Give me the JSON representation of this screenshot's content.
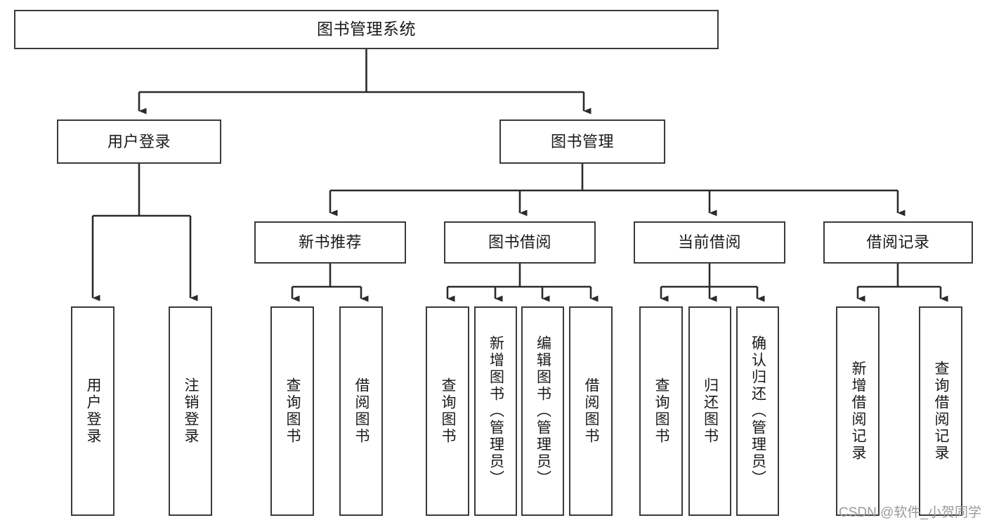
{
  "diagram": {
    "type": "tree",
    "title": "图书管理系统",
    "root": {
      "label": "图书管理系统"
    },
    "level1": [
      {
        "label": "用户登录"
      },
      {
        "label": "图书管理"
      }
    ],
    "level2": [
      {
        "label": "新书推荐"
      },
      {
        "label": "图书借阅"
      },
      {
        "label": "当前借阅"
      },
      {
        "label": "借阅记录"
      }
    ],
    "leaves": {
      "user_login": [
        {
          "label": "用户登录"
        },
        {
          "label": "注销登录"
        }
      ],
      "new_book_recommend": [
        {
          "label": "查询图书"
        },
        {
          "label": "借阅图书"
        }
      ],
      "book_borrow": [
        {
          "label": "查询图书"
        },
        {
          "label": "新增图书（管理员）"
        },
        {
          "label": "编辑图书（管理员）"
        },
        {
          "label": "借阅图书"
        }
      ],
      "current_borrow": [
        {
          "label": "查询图书"
        },
        {
          "label": "归还图书"
        },
        {
          "label": "确认归还（管理员）"
        }
      ],
      "borrow_record": [
        {
          "label": "新增借阅记录"
        },
        {
          "label": "查询借阅记录"
        }
      ]
    }
  },
  "watermark": {
    "text": "CSDN @软件_小贺同学"
  },
  "colors": {
    "box_border": "#3a3a3a",
    "edge": "#2b2b2b",
    "background": "#ffffff",
    "text": "#1a1a1a",
    "watermark": "#9a9a9a"
  }
}
